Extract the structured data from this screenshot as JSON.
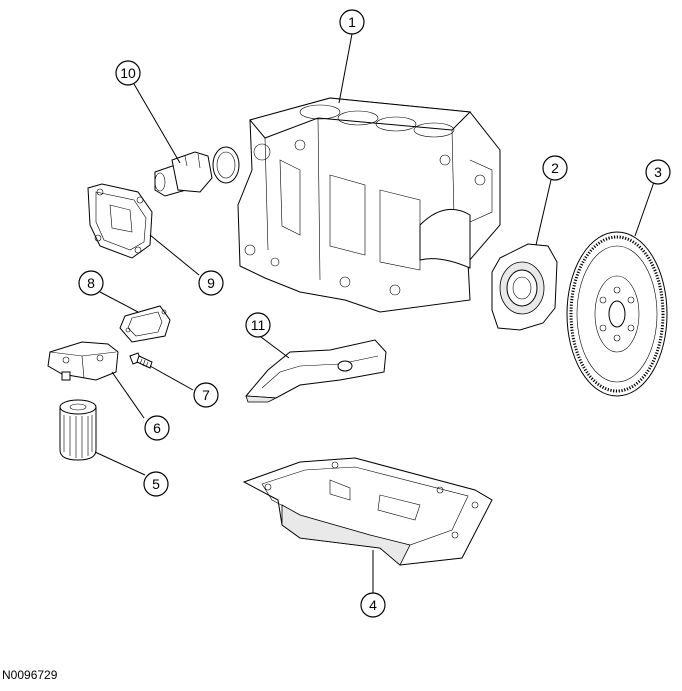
{
  "figure_id": "N0096729",
  "callouts": {
    "c1": "1",
    "c2": "2",
    "c3": "3",
    "c4": "4",
    "c5": "5",
    "c6": "6",
    "c7": "7",
    "c8": "8",
    "c9": "9",
    "c10": "10",
    "c11": "11"
  },
  "parts": [
    "cylinder-block",
    "rear-crankshaft-seal",
    "flywheel",
    "oil-pan",
    "oil-filter",
    "oil-filter-adapter",
    "bolt",
    "gasket",
    "front-cover",
    "thermostat-housing",
    "oil-pump-pickup-tube"
  ]
}
